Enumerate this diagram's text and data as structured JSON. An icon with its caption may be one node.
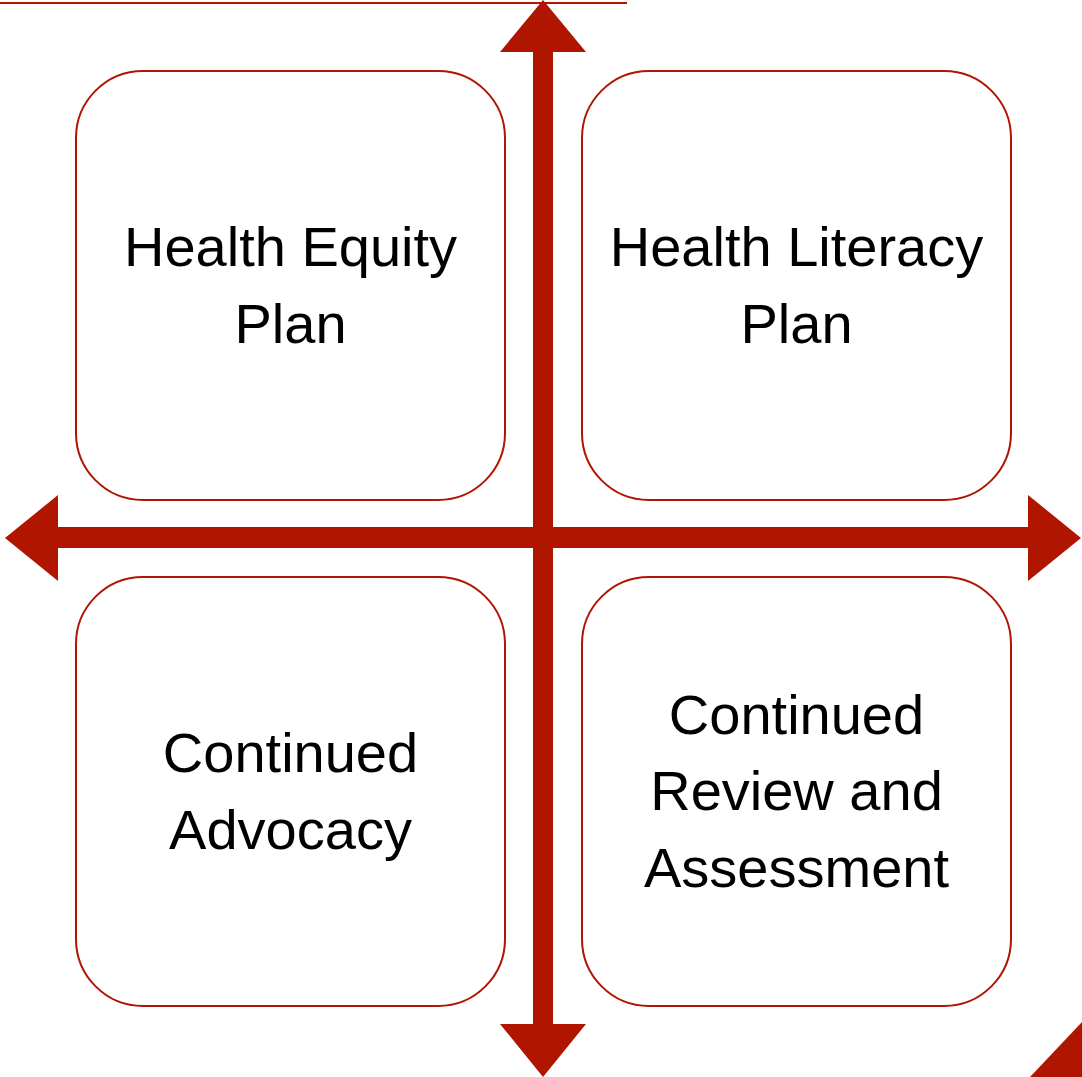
{
  "diagram": {
    "nodes": [
      {
        "text": [
          "Health Equity Plan"
        ]
      },
      {
        "text": [
          "Health Literacy Plan"
        ]
      },
      {
        "text": [
          "Continued Advocacy"
        ]
      },
      {
        "text": [
          "Continued Review and Assessment"
        ]
      }
    ]
  }
}
